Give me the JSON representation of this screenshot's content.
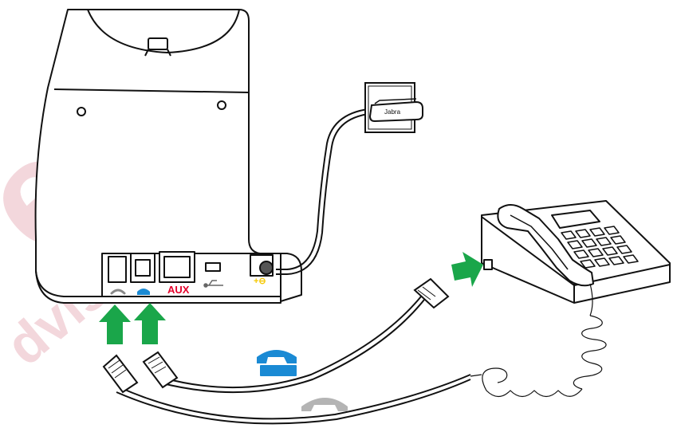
{
  "labels": {
    "aux": "AUX",
    "wall_plug": "Jabra",
    "power_symbol": "+⊖"
  },
  "watermark": {
    "text_large": "et",
    "text_small": "dviso"
  },
  "colors": {
    "arrow_green": "#1aa64a",
    "phone_icon_blue": "#1a8ad4",
    "handset_icon_gray": "#b4b4b4",
    "aux_red": "#e4002b",
    "power_yellow": "#f5c800",
    "watermark": "#f3d7dc",
    "line": "#111111"
  },
  "icons": [
    "handset-port-icon",
    "phone-port-icon",
    "usb-icon",
    "blue-desk-phone-icon",
    "gray-handset-icon",
    "green-arrow-icon"
  ]
}
